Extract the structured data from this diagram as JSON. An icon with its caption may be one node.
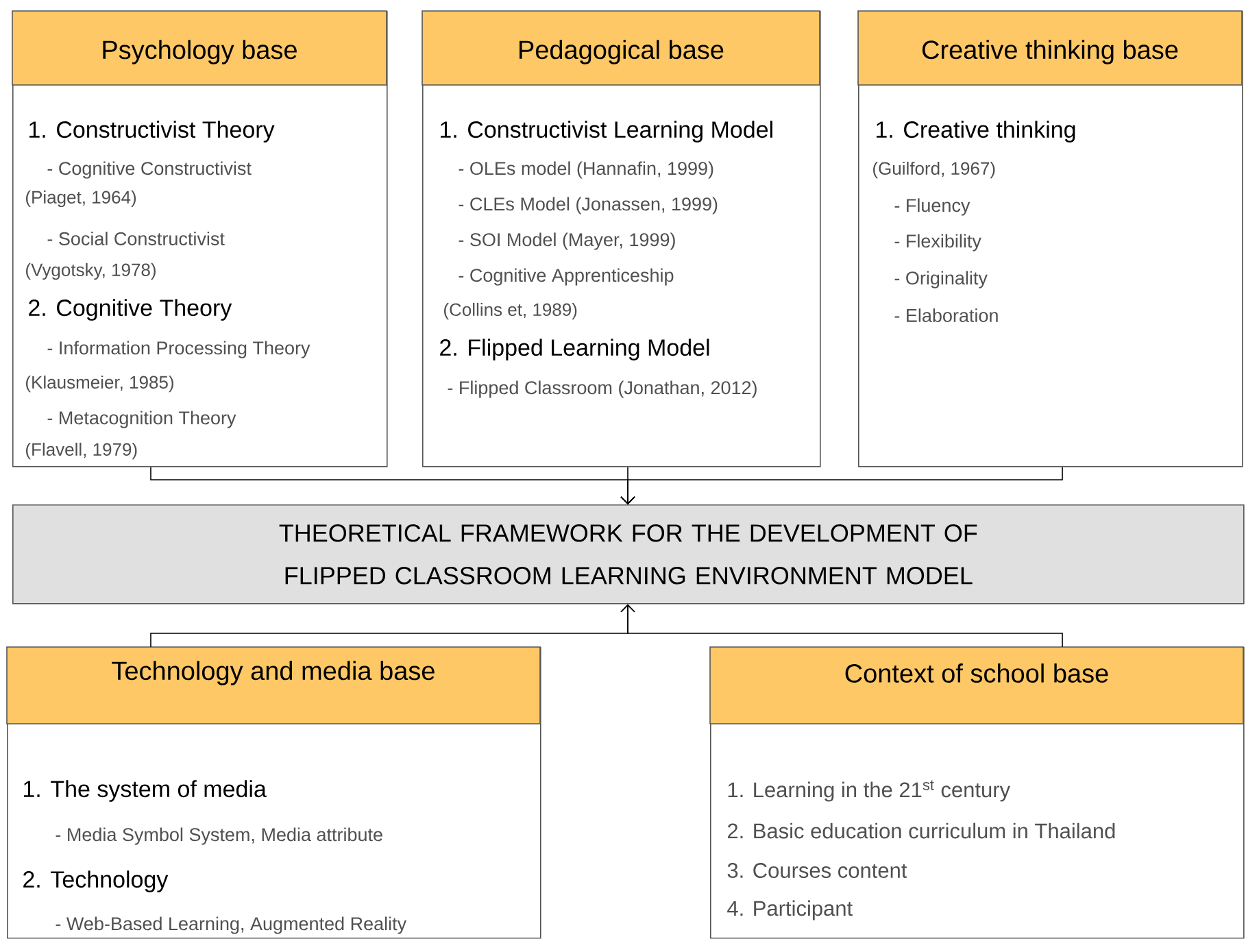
{
  "diagram": {
    "nodes": [
      {
        "text": [
          "Psychology base",
          "1. Constructivist Theory",
          "- Cognitive Constructivist",
          "(Piaget, 1964)",
          "- Social Constructivist",
          "(Vygotsky, 1978)",
          "2. Cognitive Theory",
          "- Information Processing Theory",
          "(Klausmeier, 1985)",
          "- Metacognition Theory",
          "(Flavell, 1979)"
        ]
      },
      {
        "text": [
          "Pedagogical base",
          "1. Constructivist Learning Model",
          "- OLEs model (Hannafin, 1999)",
          "- CLEs Model (Jonassen, 1999)",
          "- SOI Model (Mayer, 1999)",
          "- Cognitive Apprenticeship",
          "(Collins et, 1989)",
          "2. Flipped Learning Model",
          "- Flipped Classroom (Jonathan, 2012)"
        ]
      },
      {
        "text": [
          "Creative thinking base",
          "1. Creative thinking",
          "(Guilford, 1967)",
          "- Fluency",
          "- Flexibility",
          "- Originality",
          "- Elaboration"
        ]
      },
      {
        "text": [
          "THEORETICAL FRAMEWORK FOR THE DEVELOPMENT OF FLIPPED CLASSROOM LEARNING ENVIRONMENT MODEL"
        ]
      },
      {
        "text": [
          "Technology and media base",
          "1. The system of media",
          "- Media Symbol System, Media attribute",
          "2. Technology",
          "- Web-Based Learning, Augmented Reality"
        ]
      },
      {
        "text": [
          "Context of school base",
          "1. Learning in the 21$^{st}$ century",
          "2. Basic education curriculum in Thailand",
          "3. Courses content",
          "4. Participant"
        ]
      }
    ],
    "edges": [
      {
        "from": 0,
        "to": 3,
        "arrow": "to"
      },
      {
        "from": 1,
        "to": 3,
        "arrow": "to"
      },
      {
        "from": 2,
        "to": 3,
        "arrow": "to"
      },
      {
        "from": 4,
        "to": 3,
        "arrow": "to"
      },
      {
        "from": 5,
        "to": 3,
        "arrow": "to"
      }
    ]
  }
}
